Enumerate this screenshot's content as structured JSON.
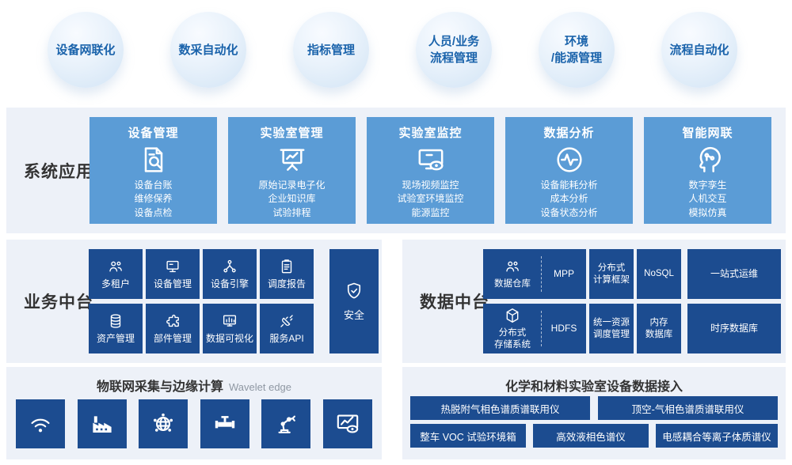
{
  "top_circles": [
    {
      "label": "设备网联化"
    },
    {
      "label": "数采自动化"
    },
    {
      "label": "指标管理"
    },
    {
      "label": "人员/业务\n流程管理"
    },
    {
      "label": "环境\n/能源管理"
    },
    {
      "label": "流程自动化"
    }
  ],
  "system_apps": {
    "section_label": "系统应用",
    "cards": [
      {
        "title": "设备管理",
        "icon": "doc-search-icon",
        "lines": [
          "设备台账",
          "维修保养",
          "设备点检"
        ]
      },
      {
        "title": "实验室管理",
        "icon": "presentation-chart-icon",
        "lines": [
          "原始记录电子化",
          "企业知识库",
          "试验排程"
        ]
      },
      {
        "title": "实验室监控",
        "icon": "monitor-eye-icon",
        "lines": [
          "现场视频监控",
          "试验室环境监控",
          "能源监控"
        ]
      },
      {
        "title": "数据分析",
        "icon": "pulse-circle-icon",
        "lines": [
          "设备能耗分析",
          "成本分析",
          "设备状态分析"
        ]
      },
      {
        "title": "智能网联",
        "icon": "head-circuit-icon",
        "lines": [
          "数字孪生",
          "人机交互",
          "模拟仿真"
        ]
      }
    ]
  },
  "business_platform": {
    "section_label": "业务中台",
    "tiles": [
      {
        "label": "多租户",
        "icon": "users-icon"
      },
      {
        "label": "设备管理",
        "icon": "device-icon"
      },
      {
        "label": "设备引擎",
        "icon": "share-nodes-icon"
      },
      {
        "label": "调度报告",
        "icon": "clipboard-icon"
      },
      {
        "label": "资产管理",
        "icon": "database-icon"
      },
      {
        "label": "部件管理",
        "icon": "puzzle-icon"
      },
      {
        "label": "数据可视化",
        "icon": "chart-icon"
      },
      {
        "label": "服务API",
        "icon": "plug-icon"
      }
    ],
    "security_tile": {
      "label": "安全",
      "icon": "shield-icon"
    }
  },
  "data_platform": {
    "section_label": "数据中台",
    "row1": {
      "combo": {
        "icon": "users-icon",
        "label": "数据仓库",
        "right_label": "MPP"
      },
      "tiles": [
        {
          "label": "分布式\n计算框架"
        },
        {
          "label": "NoSQL"
        },
        {
          "label": "一站式运维"
        }
      ]
    },
    "row2": {
      "combo": {
        "icon": "hex-storage-icon",
        "label": "分布式\n存储系统",
        "right_label": "HDFS"
      },
      "tiles": [
        {
          "label": "统一资源\n调度管理"
        },
        {
          "label": "内存\n数据库"
        },
        {
          "label": "时序数据库"
        }
      ]
    }
  },
  "iot_edge": {
    "title": "物联网采集与边缘计算",
    "subtitle": "Wavelet edge",
    "icons": [
      "wifi-sensor-icon",
      "factory-icon",
      "globe-network-icon",
      "valve-icon",
      "robot-arm-icon",
      "chart-eye-icon"
    ]
  },
  "lab_access": {
    "title": "化学和材料实验室设备数据接入",
    "row1": [
      "热脱附气相色谱质谱联用仪",
      "顶空-气相色谱质谱联用仪"
    ],
    "row2": [
      "整车 VOC 试验环境箱",
      "高效液相色谱仪",
      "电感耦合等离子体质谱仪"
    ]
  },
  "colors": {
    "tile_dark_blue": "#1c4c90",
    "card_blue": "#5b9cd6",
    "panel_bg": "#edf1f8",
    "circle_text": "#1a63ab",
    "heading_text": "#333333"
  }
}
